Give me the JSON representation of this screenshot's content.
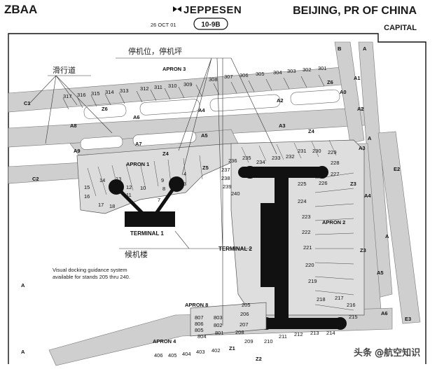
{
  "header": {
    "airport_code": "ZBAA",
    "brand": "JEPPESEN",
    "date": "26 OCT 01",
    "chart_number": "10-9B",
    "city": "BEIJING, PR OF CHINA",
    "airport_name": "CAPITAL"
  },
  "annotations": {
    "stand_cn": "停机位，停机坪",
    "taxiway_cn": "滑行道",
    "terminal_cn": "候机楼",
    "docking_note_line1": "Visual docking guidance system",
    "docking_note_line2": "available for stands 205 thru 240."
  },
  "aprons": {
    "a1": "APRON 1",
    "a2": "APRON 2",
    "a3": "APRON 3",
    "a4": "APRON 4",
    "a8": "APRON 8"
  },
  "terminals": {
    "t1": "TERMINAL 1",
    "t2": "TERMINAL 2"
  },
  "taxiways": [
    "B",
    "A",
    "A1",
    "A0",
    "A2",
    "A3",
    "E2",
    "A4",
    "A5",
    "A6",
    "E3",
    "C1",
    "C2",
    "A8",
    "A9",
    "A7",
    "A6",
    "A5",
    "A4",
    "A3",
    "A2",
    "Z6",
    "Z6",
    "Z5",
    "Z4",
    "Z4",
    "Z3",
    "Z3",
    "Z1",
    "Z2",
    "A",
    "A",
    "A",
    "A"
  ],
  "stands_apron3": [
    "317",
    "316",
    "315",
    "314",
    "313",
    "312",
    "311",
    "310",
    "309",
    "308",
    "307",
    "306",
    "305",
    "304",
    "303",
    "302",
    "301"
  ],
  "stands_t1": [
    "16",
    "15",
    "14",
    "13",
    "12",
    "11",
    "10",
    "9",
    "8",
    "7",
    "17",
    "18",
    "4",
    "3"
  ],
  "stands_t2_north": [
    "236",
    "235",
    "234",
    "233",
    "232",
    "231",
    "230",
    "229",
    "228",
    "227",
    "237",
    "238",
    "239",
    "240"
  ],
  "stands_t2_east": [
    "226",
    "225",
    "224",
    "223",
    "222",
    "221",
    "220",
    "219",
    "218",
    "217",
    "216",
    "215",
    "214",
    "213",
    "212",
    "211",
    "210",
    "209",
    "208",
    "207",
    "206",
    "205"
  ],
  "stands_apron8": [
    "807",
    "806",
    "805",
    "804",
    "803",
    "802",
    "801"
  ],
  "stands_apron4": [
    "406",
    "405",
    "404",
    "403",
    "402"
  ],
  "watermark": "头条 @航空知识"
}
